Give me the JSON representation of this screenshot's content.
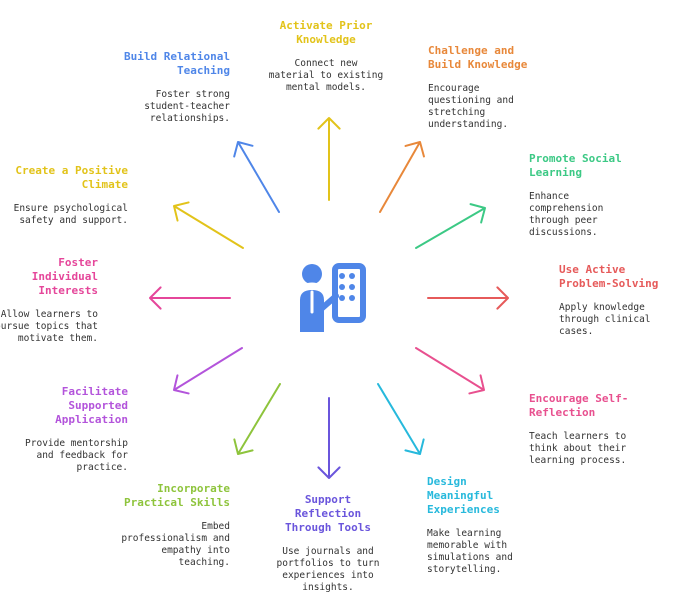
{
  "nodes": [
    {
      "title": "Activate Prior\nKnowledge",
      "desc": "Connect new\nmaterial to existing\nmental models.",
      "color": "#e2c31a"
    },
    {
      "title": "Challenge and\nBuild Knowledge",
      "desc": "Encourage\nquestioning and\nstretching\nunderstanding.",
      "color": "#e8883a"
    },
    {
      "title": "Promote Social\nLearning",
      "desc": "Enhance\ncomprehension\nthrough peer\ndiscussions.",
      "color": "#3cc985"
    },
    {
      "title": "Use Active\nProblem-Solving",
      "desc": "Apply knowledge\nthrough clinical\ncases.",
      "color": "#e65a5a"
    },
    {
      "title": "Encourage Self-\nReflection",
      "desc": "Teach learners to\nthink about their\nlearning process.",
      "color": "#e8508f"
    },
    {
      "title": "Design\nMeaningful\nExperiences",
      "desc": "Make learning\nmemorable with\nsimulations and\nstorytelling.",
      "color": "#27b9dc"
    },
    {
      "title": "Support\nReflection\nThrough Tools",
      "desc": "Use journals and\nportfolios to turn\nexperiences into\ninsights.",
      "color": "#6a55dc"
    },
    {
      "title": "Incorporate\nPractical Skills",
      "desc": "Embed\nprofessionalism and\nempathy into\nteaching.",
      "color": "#8ec43c"
    },
    {
      "title": "Facilitate\nSupported\nApplication",
      "desc": "Provide mentorship\nand feedback for\npractice.",
      "color": "#b354db"
    },
    {
      "title": "Foster\nIndividual\nInterests",
      "desc": "Allow learners to\npursue topics that\nmotivate them.",
      "color": "#e5469a"
    },
    {
      "title": "Create a Positive\nClimate",
      "desc": "Ensure psychological\nsafety and support.",
      "color": "#e2c31a"
    },
    {
      "title": "Build Relational\nTeaching",
      "desc": "Foster strong\nstudent-teacher\nrelationships.",
      "color": "#4f86e8"
    }
  ],
  "center_icon": {
    "name": "teacher-at-board-icon",
    "color": "#4f86e8"
  }
}
